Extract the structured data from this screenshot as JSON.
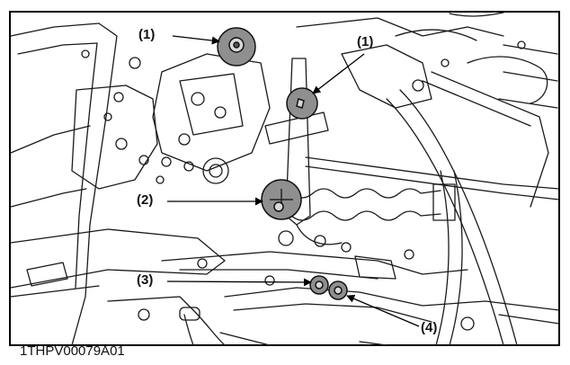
{
  "figure": {
    "id": "1THPV00079A01",
    "callouts": {
      "c1a": "(1)",
      "c1b": "(1)",
      "c2": "(2)",
      "c3": "(3)",
      "c4": "(4)"
    }
  },
  "colors": {
    "line": "#1a1a1a",
    "highlight": "#8f8f8f",
    "background": "#ffffff",
    "frame": "#000000"
  }
}
